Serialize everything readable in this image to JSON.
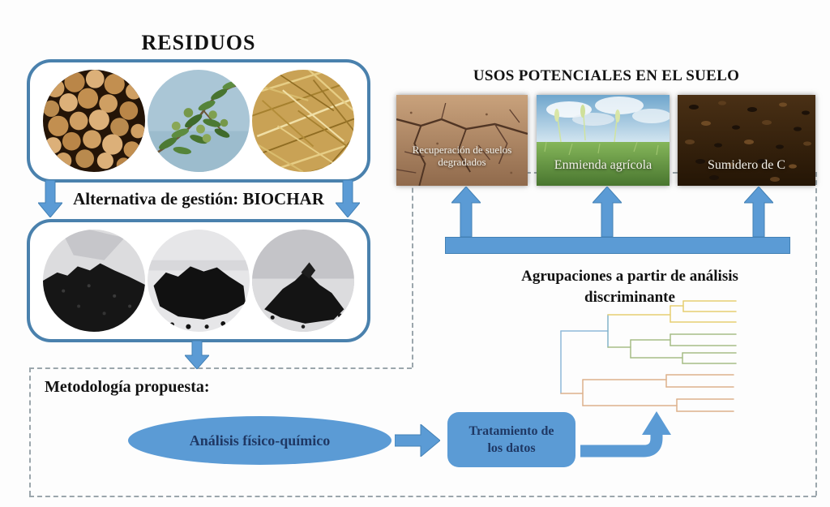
{
  "palette": {
    "accent_blue": "#5b9bd5",
    "border_blue": "#4381b5",
    "box_border": "#4a81ad",
    "dashed_border": "#9ba6ac",
    "navy_text": "#1f3864",
    "dendro_yellow": "#e7cf72",
    "dendro_green": "#a6bd86",
    "dendro_orange": "#ddb28b",
    "dendro_blue": "#8fb9d9",
    "dendro_teal": "#83b3c9"
  },
  "left_panel": {
    "title": "RESIDUOS",
    "management_label": "Alternativa de gestión: BIOCHAR",
    "residue_photos": [
      {
        "name": "wood-logs-photo"
      },
      {
        "name": "olive-branch-photo"
      },
      {
        "name": "straw-photo"
      }
    ],
    "biochar_photos": [
      {
        "name": "biochar-pile-1-photo"
      },
      {
        "name": "biochar-pile-2-photo"
      },
      {
        "name": "biochar-pile-3-photo"
      }
    ]
  },
  "methodology": {
    "title": "Metodología propuesta:",
    "analysis_label": "Análisis físico-químico",
    "treatment_label": "Tratamiento de los datos"
  },
  "soil_uses": {
    "title": "USOS POTENCIALES EN EL SUELO",
    "uses": [
      {
        "label": "Recuperación de suelos degradados",
        "photo": "cracked-soil-photo"
      },
      {
        "label": "Enmienda agrícola",
        "photo": "wheat-field-photo"
      },
      {
        "label": "Sumidero de C",
        "photo": "dark-soil-photo"
      }
    ]
  },
  "grouping": {
    "label": "Agrupaciones a partir de análisis discriminante",
    "dendrogram": {
      "clusters": [
        {
          "color_key": "yellow",
          "leaves": 3
        },
        {
          "color_key": "green",
          "leaves": 4
        },
        {
          "color_key": "orange",
          "leaves": 4
        }
      ],
      "segments": [
        [
          692,
          408,
          692,
          485,
          "blue"
        ],
        [
          692,
          408,
          750,
          408,
          "blue"
        ],
        [
          750,
          388,
          750,
          428,
          "teal"
        ],
        [
          692,
          485,
          719,
          485,
          "orange"
        ],
        [
          750,
          388,
          827,
          388,
          "yellow"
        ],
        [
          827,
          377,
          827,
          397,
          "yellow"
        ],
        [
          827,
          377,
          843,
          377,
          "yellow"
        ],
        [
          843,
          371,
          843,
          384,
          "yellow"
        ],
        [
          843,
          371,
          908,
          371,
          "yellow"
        ],
        [
          843,
          384,
          908,
          384,
          "yellow"
        ],
        [
          827,
          397,
          908,
          397,
          "yellow"
        ],
        [
          750,
          428,
          778,
          428,
          "green"
        ],
        [
          778,
          419,
          778,
          441,
          "green"
        ],
        [
          778,
          419,
          827,
          419,
          "green"
        ],
        [
          827,
          412,
          827,
          426,
          "green"
        ],
        [
          827,
          412,
          908,
          412,
          "green"
        ],
        [
          827,
          426,
          908,
          426,
          "green"
        ],
        [
          778,
          441,
          842,
          441,
          "green"
        ],
        [
          842,
          435,
          842,
          448,
          "green"
        ],
        [
          842,
          435,
          908,
          435,
          "green"
        ],
        [
          842,
          448,
          908,
          448,
          "green"
        ],
        [
          719,
          468,
          719,
          500,
          "orange"
        ],
        [
          719,
          468,
          822,
          468,
          "orange"
        ],
        [
          822,
          462,
          822,
          477,
          "orange"
        ],
        [
          822,
          462,
          905,
          462,
          "orange"
        ],
        [
          822,
          477,
          905,
          477,
          "orange"
        ],
        [
          719,
          500,
          835,
          500,
          "orange"
        ],
        [
          835,
          492,
          835,
          507,
          "orange"
        ],
        [
          835,
          492,
          905,
          492,
          "orange"
        ],
        [
          835,
          507,
          905,
          507,
          "orange"
        ]
      ]
    }
  }
}
